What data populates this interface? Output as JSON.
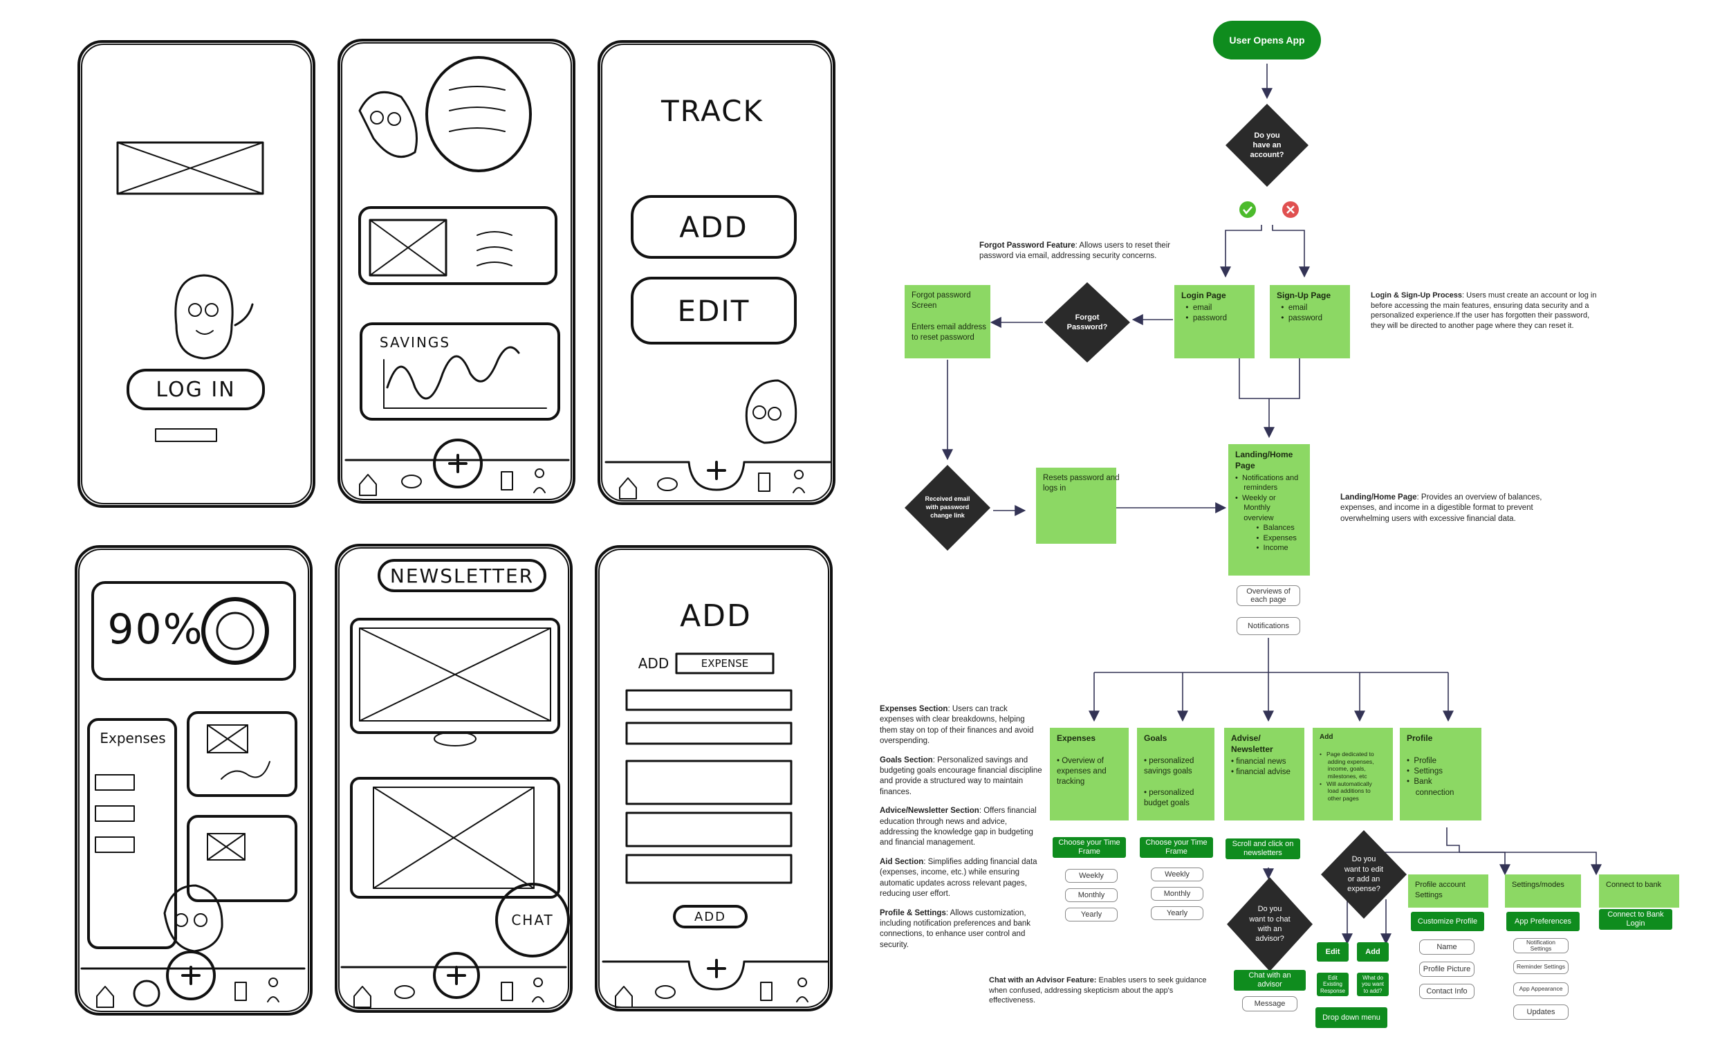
{
  "sketches": {
    "login_button": "LOG IN",
    "savings_label": "SAVINGS",
    "track_title": "TRACK",
    "add_button": "ADD",
    "edit_button": "EDIT",
    "percent": "90%",
    "expenses_label": "Expenses",
    "newsletter_title": "NEWSLETTER",
    "chat_bubble": "CHAT",
    "add_title": "ADD",
    "add_label": "ADD",
    "expense_dropdown": "EXPENSE",
    "add_submit": "ADD"
  },
  "flow": {
    "start": "User Opens App",
    "decision_account": [
      "Do you",
      "have an",
      "account?"
    ],
    "forgot_desc_title": "Forgot Password Feature",
    "forgot_desc_text": ": Allows users to reset their password via email, addressing security concerns.",
    "forgot_screen": [
      "Forgot password",
      "Screen",
      "",
      "Enters email address",
      "to reset password"
    ],
    "decision_forgot": [
      "Forgot",
      "Password?"
    ],
    "login_page": {
      "title": "Login Page",
      "items": [
        "email",
        "password"
      ]
    },
    "signup_page": {
      "title": "Sign-Up Page",
      "items": [
        "email",
        "password"
      ]
    },
    "login_desc_title": "Login & Sign-Up Process",
    "login_desc_text": ": Users must create an account or log in before accessing the main features, ensuring data security and a personalized experience.If the user has forgotten their password, they will be directed to another page where they can reset it.",
    "decision_received": [
      "Received email",
      "with password",
      "change link"
    ],
    "reset_box": [
      "Resets password and",
      "logs in"
    ],
    "landing": {
      "title": "Landing/Home Page",
      "lines": [
        "•  Notifications and",
        "    reminders",
        "•  Weekly or",
        "    Monthly",
        "    overview",
        "          •  Balances",
        "          •  Expenses",
        "          •  Income"
      ]
    },
    "landing_desc_title": "Landing/Home Page",
    "landing_desc_text": ": Provides an overview of balances, expenses, and income in a digestible format to prevent overwhelming users with excessive financial data.",
    "overviews_pill": "Overviews of each page",
    "notifications_pill": "Notifications",
    "sections_desc": [
      {
        "title": "Expenses Section",
        "text": ": Users can track expenses with clear breakdowns, helping them stay on top of their finances and avoid overspending."
      },
      {
        "title": "Goals Section",
        "text": ": Personalized savings and budgeting goals encourage financial discipline and provide a structured way to maintain finances."
      },
      {
        "title": "Advice/Newsletter Section",
        "text": ": Offers financial education through news and advice, addressing the knowledge gap in budgeting and financial management."
      },
      {
        "title": "Aid Section",
        "text": ": Simplifies adding financial data (expenses, income, etc.) while ensuring automatic updates across relevant pages, reducing user effort."
      },
      {
        "title": "Profile & Settings",
        "text": ": Allows customization, including notification preferences and bank connections, to enhance user control and security."
      }
    ],
    "expenses_box": {
      "title": "Expenses",
      "lines": [
        "• Overview of",
        "expenses and",
        "tracking"
      ]
    },
    "goals_box": {
      "title": "Goals",
      "lines": [
        "• personalized",
        "savings goals",
        "",
        "• personalized",
        "budget goals"
      ]
    },
    "advise_box": {
      "title": "Advise/",
      "title2": "Newsletter",
      "lines": [
        "• financial news",
        "• financial advise"
      ]
    },
    "add_box": {
      "title": "Add",
      "lines": [
        "•   Page dedicated to",
        "     adding expenses,",
        "     income, goals,",
        "     milestones, etc",
        "•   Will automatically",
        "     load additions to",
        "     other pages"
      ]
    },
    "profile_box": {
      "title": "Profile",
      "lines": [
        "•  Profile",
        "•  Settings",
        "•  Bank",
        "    connection"
      ]
    },
    "choose_time_1": "Choose your Time Frame",
    "choose_time_2": "Choose your Time Frame",
    "time_options_1": [
      "Weekly",
      "Monthly",
      "Yearly"
    ],
    "time_options_2": [
      "Weekly",
      "Monthly",
      "Yearly"
    ],
    "scroll_news": "Scroll and click on newsletters",
    "decision_chat": [
      "Do you",
      "want to chat",
      "with an",
      "advisor?"
    ],
    "chat_btn": "Chat with an advisor",
    "message_pill": "Message",
    "decision_edit": [
      "Do you",
      "want to edit",
      "or add an",
      "expense?"
    ],
    "edit_btn": "Edit",
    "add_btn": "Add",
    "edit_existing": "Edit Existing Response",
    "what_add": "What do you want to add?",
    "dropdown_btn": "Drop down menu",
    "profile_settings_box": [
      "Profile account",
      "Settings"
    ],
    "settings_modes_box": "Settings/modes",
    "connect_bank_box": "Connect to bank",
    "customize_btn": "Customize Profile",
    "app_pref_btn": "App Preferences",
    "connect_login_btn": "Connect to Bank Login",
    "profile_opts": [
      "Name",
      "Profile Picture",
      "Contact Info"
    ],
    "pref_opts": [
      "Notification Settings",
      "Reminder Settings",
      "App Appearance",
      "Updates"
    ],
    "chat_desc_title": "Chat with an Advisor Feature:",
    "chat_desc_text": " Enables users to seek guidance when confused, addressing skepticism about the app's effectiveness.",
    "yes_icon": "check-icon",
    "no_icon": "cross-icon"
  },
  "colors": {
    "light_green": "#8cd864",
    "dark_green": "#0f8c1e",
    "decision": "#2a2a2a",
    "line": "#333355",
    "yes": "#4cbb2c",
    "no": "#e05050"
  }
}
